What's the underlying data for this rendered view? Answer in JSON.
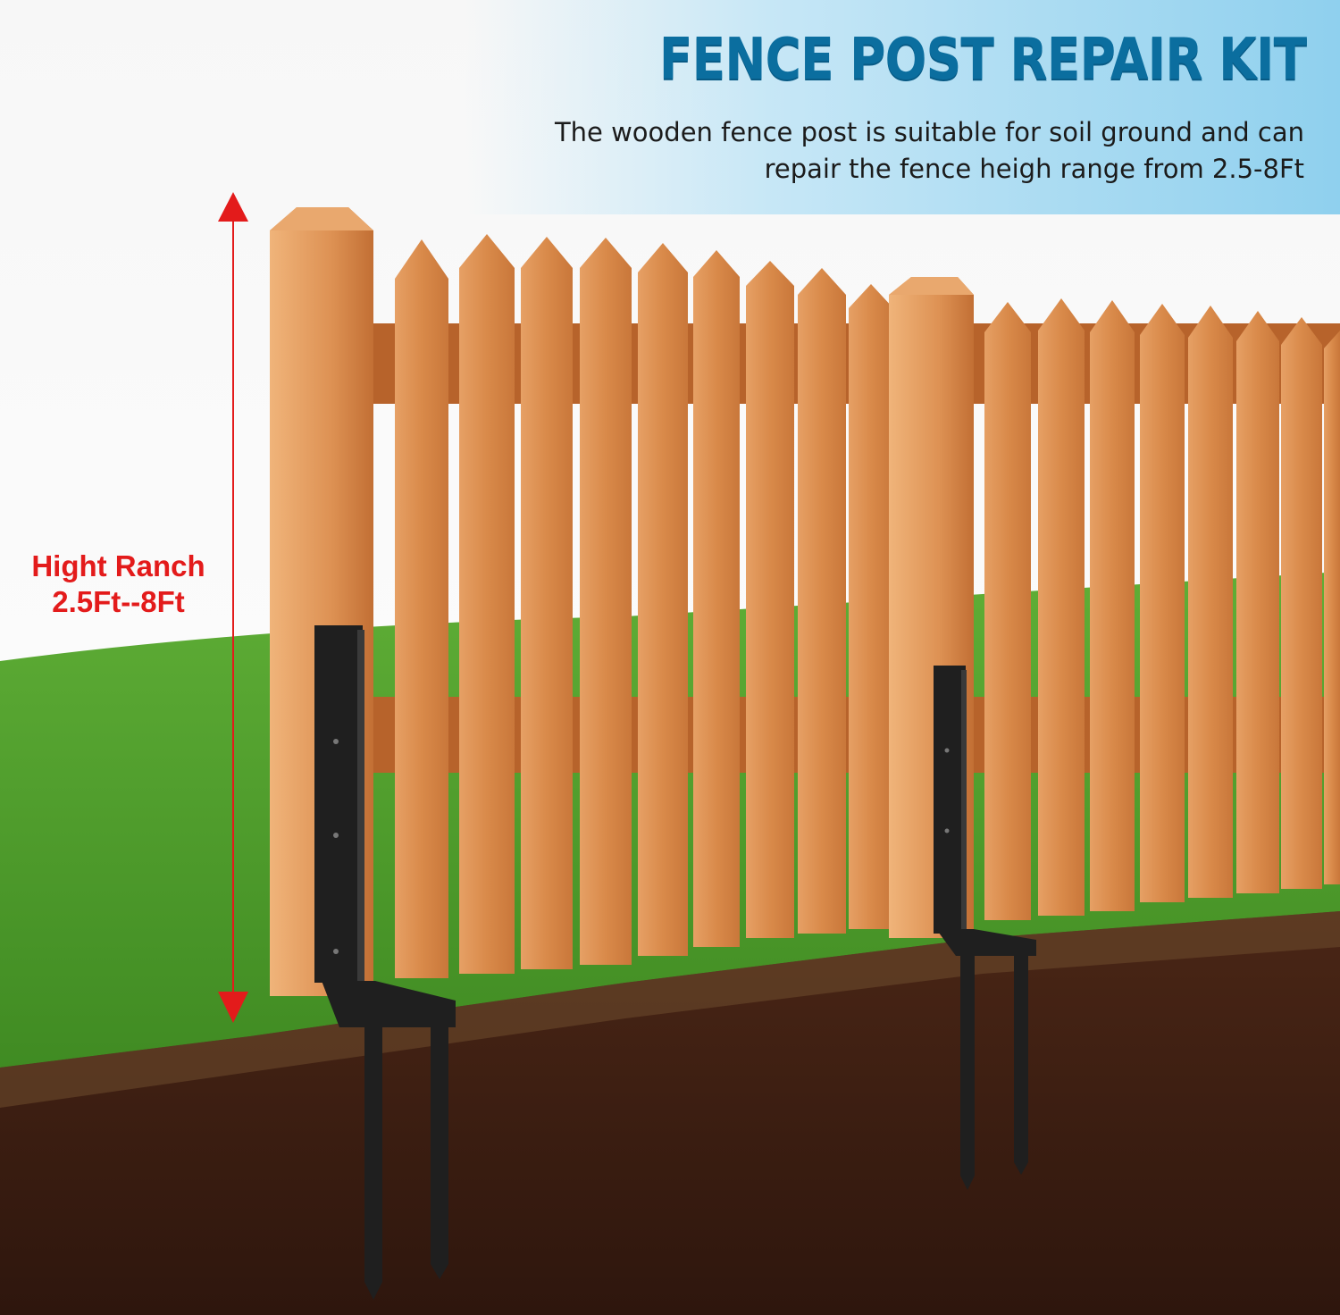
{
  "banner": {
    "title": "FENCE POST REPAIR KIT",
    "subtitle_line1": "The wooden fence post is suitable for soil ground and can",
    "subtitle_line2": "repair the fence heigh range from 2.5-8Ft"
  },
  "height_indicator": {
    "line1": "Hight Ranch",
    "line2": "2.5Ft--8Ft",
    "color": "#e31b1b"
  },
  "colors": {
    "title": "#0b6e9f",
    "banner": "#8fd0ee",
    "grass": "#4f9a2c",
    "soil": "#3a1d12",
    "wood": "#d98a4a",
    "bracket": "#1f1f1f"
  },
  "icons": [
    "height-arrow-icon"
  ]
}
